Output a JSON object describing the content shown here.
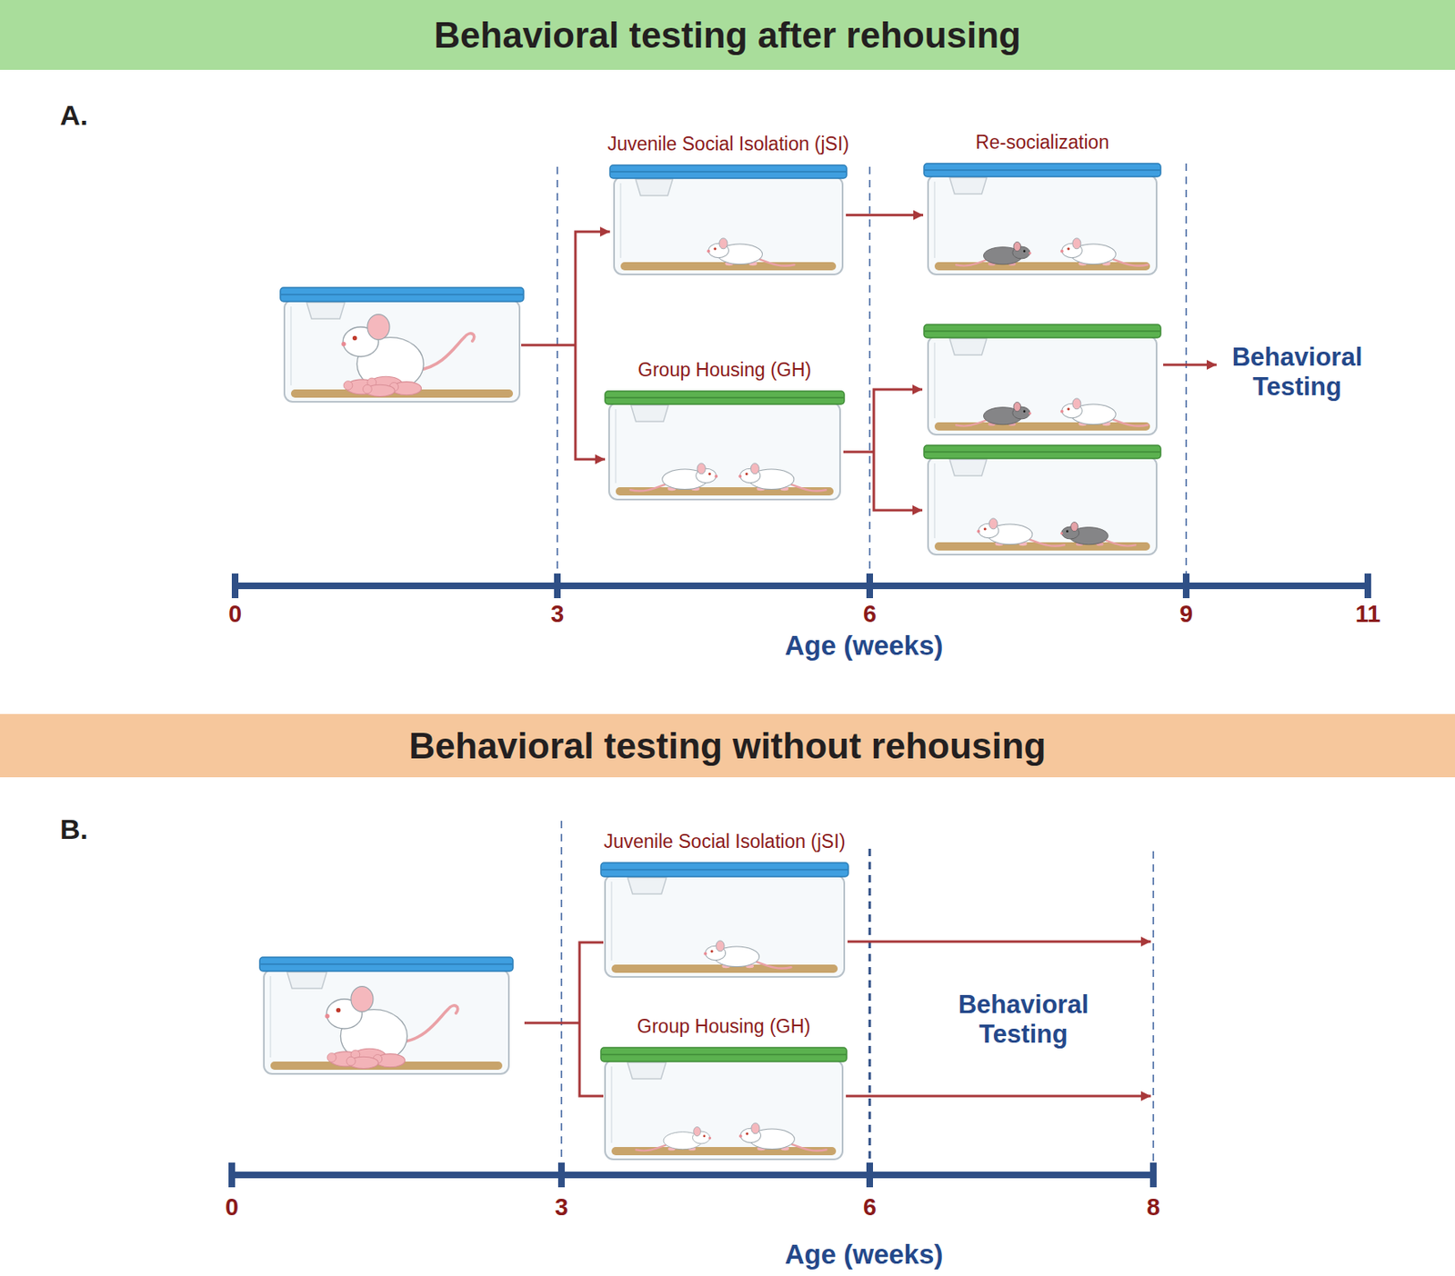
{
  "diagram": {
    "nodes": [
      {
        "text": [
          "Behavioral testing after rehousing"
        ]
      },
      {
        "text": [
          "Juvenile Social Isolation (jSI)"
        ]
      },
      {
        "text": [
          "Re-socialization"
        ]
      },
      {
        "text": [
          "Group Housing (GH)"
        ]
      },
      {
        "text": [
          "Behavioral testing without rehousing"
        ]
      },
      {
        "text": [
          "Juvenile Social Isolation (jSI)"
        ]
      },
      {
        "text": [
          "Group Housing (GH)"
        ]
      }
    ],
    "edges": [
      {
        "from": 1,
        "to": 2,
        "arrow": "to"
      }
    ],
    "labels": [
      "A.",
      "Behavioral Testing",
      "0",
      "3",
      "6",
      "9",
      "11",
      "Age (weeks)",
      "B.",
      "Behavioral Testing",
      "0",
      "3",
      "6",
      "8",
      "Age (weeks)"
    ]
  }
}
